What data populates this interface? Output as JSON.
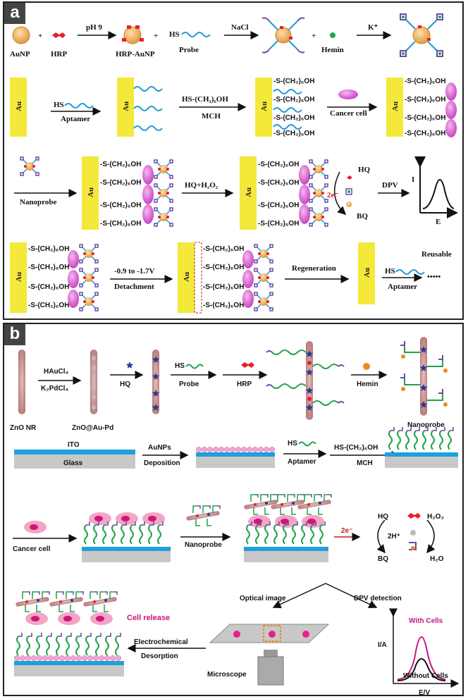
{
  "panel_a": {
    "label": "a",
    "row1": {
      "aunp": "AuNP",
      "hrp": "HRP",
      "ph": "pH 9",
      "hrp_aunp": "HRP-AuNP",
      "hs": "HS",
      "probe": "Probe",
      "nacl": "NaCl",
      "hemin": "Hemin",
      "k": "K⁺",
      "plus": "+"
    },
    "row2": {
      "au": "Au",
      "hs": "HS",
      "aptamer": "Aptamer",
      "hs_ch2oh": "HS-(CH₂)₆OH",
      "mch": "MCH",
      "cancer_cell": "Cancer cell",
      "chain": "-S-(CH₂)₆OH"
    },
    "row3": {
      "nanoprobe": "Nanoprobe",
      "hq_h2o2": "HQ+H₂O₂",
      "hq": "HQ",
      "bq": "BQ",
      "two_e": "2e⁻",
      "dpv": "DPV",
      "i": "I",
      "e": "E"
    },
    "row4": {
      "voltage": "-0.9 to -1.7V",
      "detachment": "Detachment",
      "regeneration": "Regeneration",
      "reusable": "Reusable",
      "hs": "HS",
      "aptamer": "Aptamer",
      "dots": "•••••"
    }
  },
  "panel_b": {
    "label": "b",
    "row1": {
      "zno_nr": "ZnO NR",
      "haucl4": "HAuCl₄",
      "k2pdcl4": "K₂PdCl₄",
      "zno_aupd": "ZnO@Au-Pd",
      "hq": "HQ",
      "hs": "HS",
      "probe": "Probe",
      "hrp": "HRP",
      "hemin": "Hemin",
      "nanoprobe": "Nanoprobe"
    },
    "row2": {
      "ito": "ITO",
      "glass": "Glass",
      "aunps": "AuNPs",
      "deposition": "Deposition",
      "hs": "HS",
      "aptamer": "Aptamer",
      "hs_ch2oh": "HS-(CH₂)₆OH",
      "mch": "MCH"
    },
    "row3": {
      "cancer_cell": "Cancer cell",
      "nanoprobe": "Nanoprobe",
      "two_e": "2e⁻",
      "hq": "HQ",
      "bq": "BQ",
      "two_h": "2H⁺",
      "h2o2": "H₂O₂",
      "h2o": "H₂O"
    },
    "row4": {
      "cell_release": "Cell release",
      "electrochemical": "Electrochemical",
      "desorption": "Desorption",
      "optical_image": "Optical image",
      "dpv_detection": "DPV detection",
      "microscope": "Microscope",
      "ia": "I/A",
      "ev": "E/V",
      "with_cells": "With Cells",
      "without_cells": "Without Cells"
    }
  },
  "colors": {
    "gold": "#e8a94a",
    "hrp_red": "#e8202a",
    "probe_blue": "#1e9ad6",
    "hemin_green": "#21a24a",
    "au_yellow": "#f4e83a",
    "cell_pink": "#d65fd0",
    "zno_pink": "#c98b8b",
    "ito_blue": "#1ea0dc",
    "glass_gray": "#c8c8c8",
    "aunp_pink": "#f2a6d6",
    "curve_magenta": "#c8157e"
  }
}
